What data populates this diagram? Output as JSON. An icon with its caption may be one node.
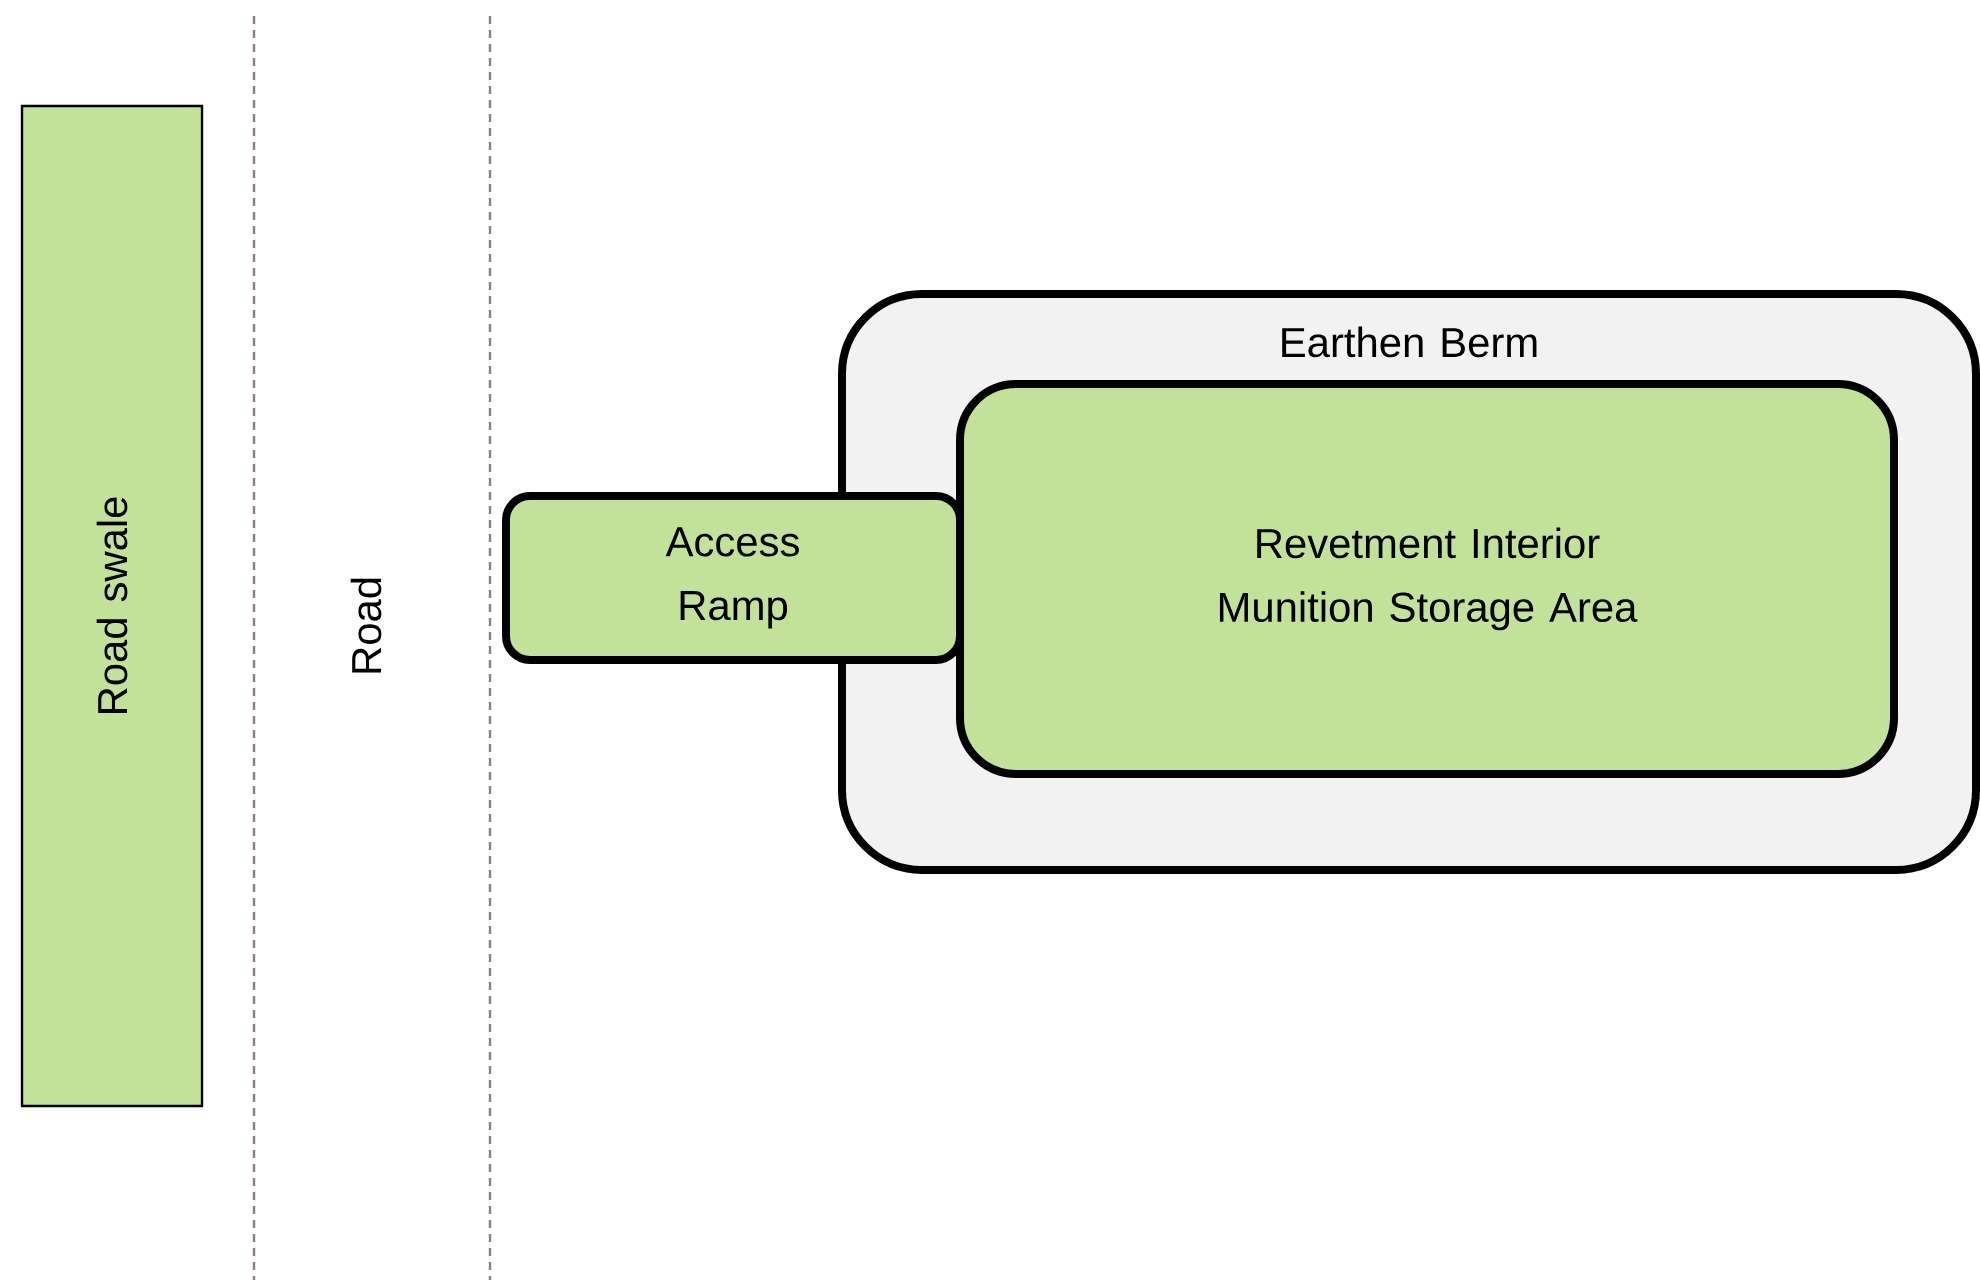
{
  "diagram": {
    "nodes": [
      {
        "text": [
          "Road swale"
        ]
      },
      {
        "text": [
          "Access Ramp"
        ]
      },
      {
        "text": [
          "Earthen Berm"
        ]
      },
      {
        "text": [
          "Revetment Interior Munition Storage Area"
        ],
        "in": 2
      }
    ],
    "labels": [
      "Road"
    ]
  }
}
